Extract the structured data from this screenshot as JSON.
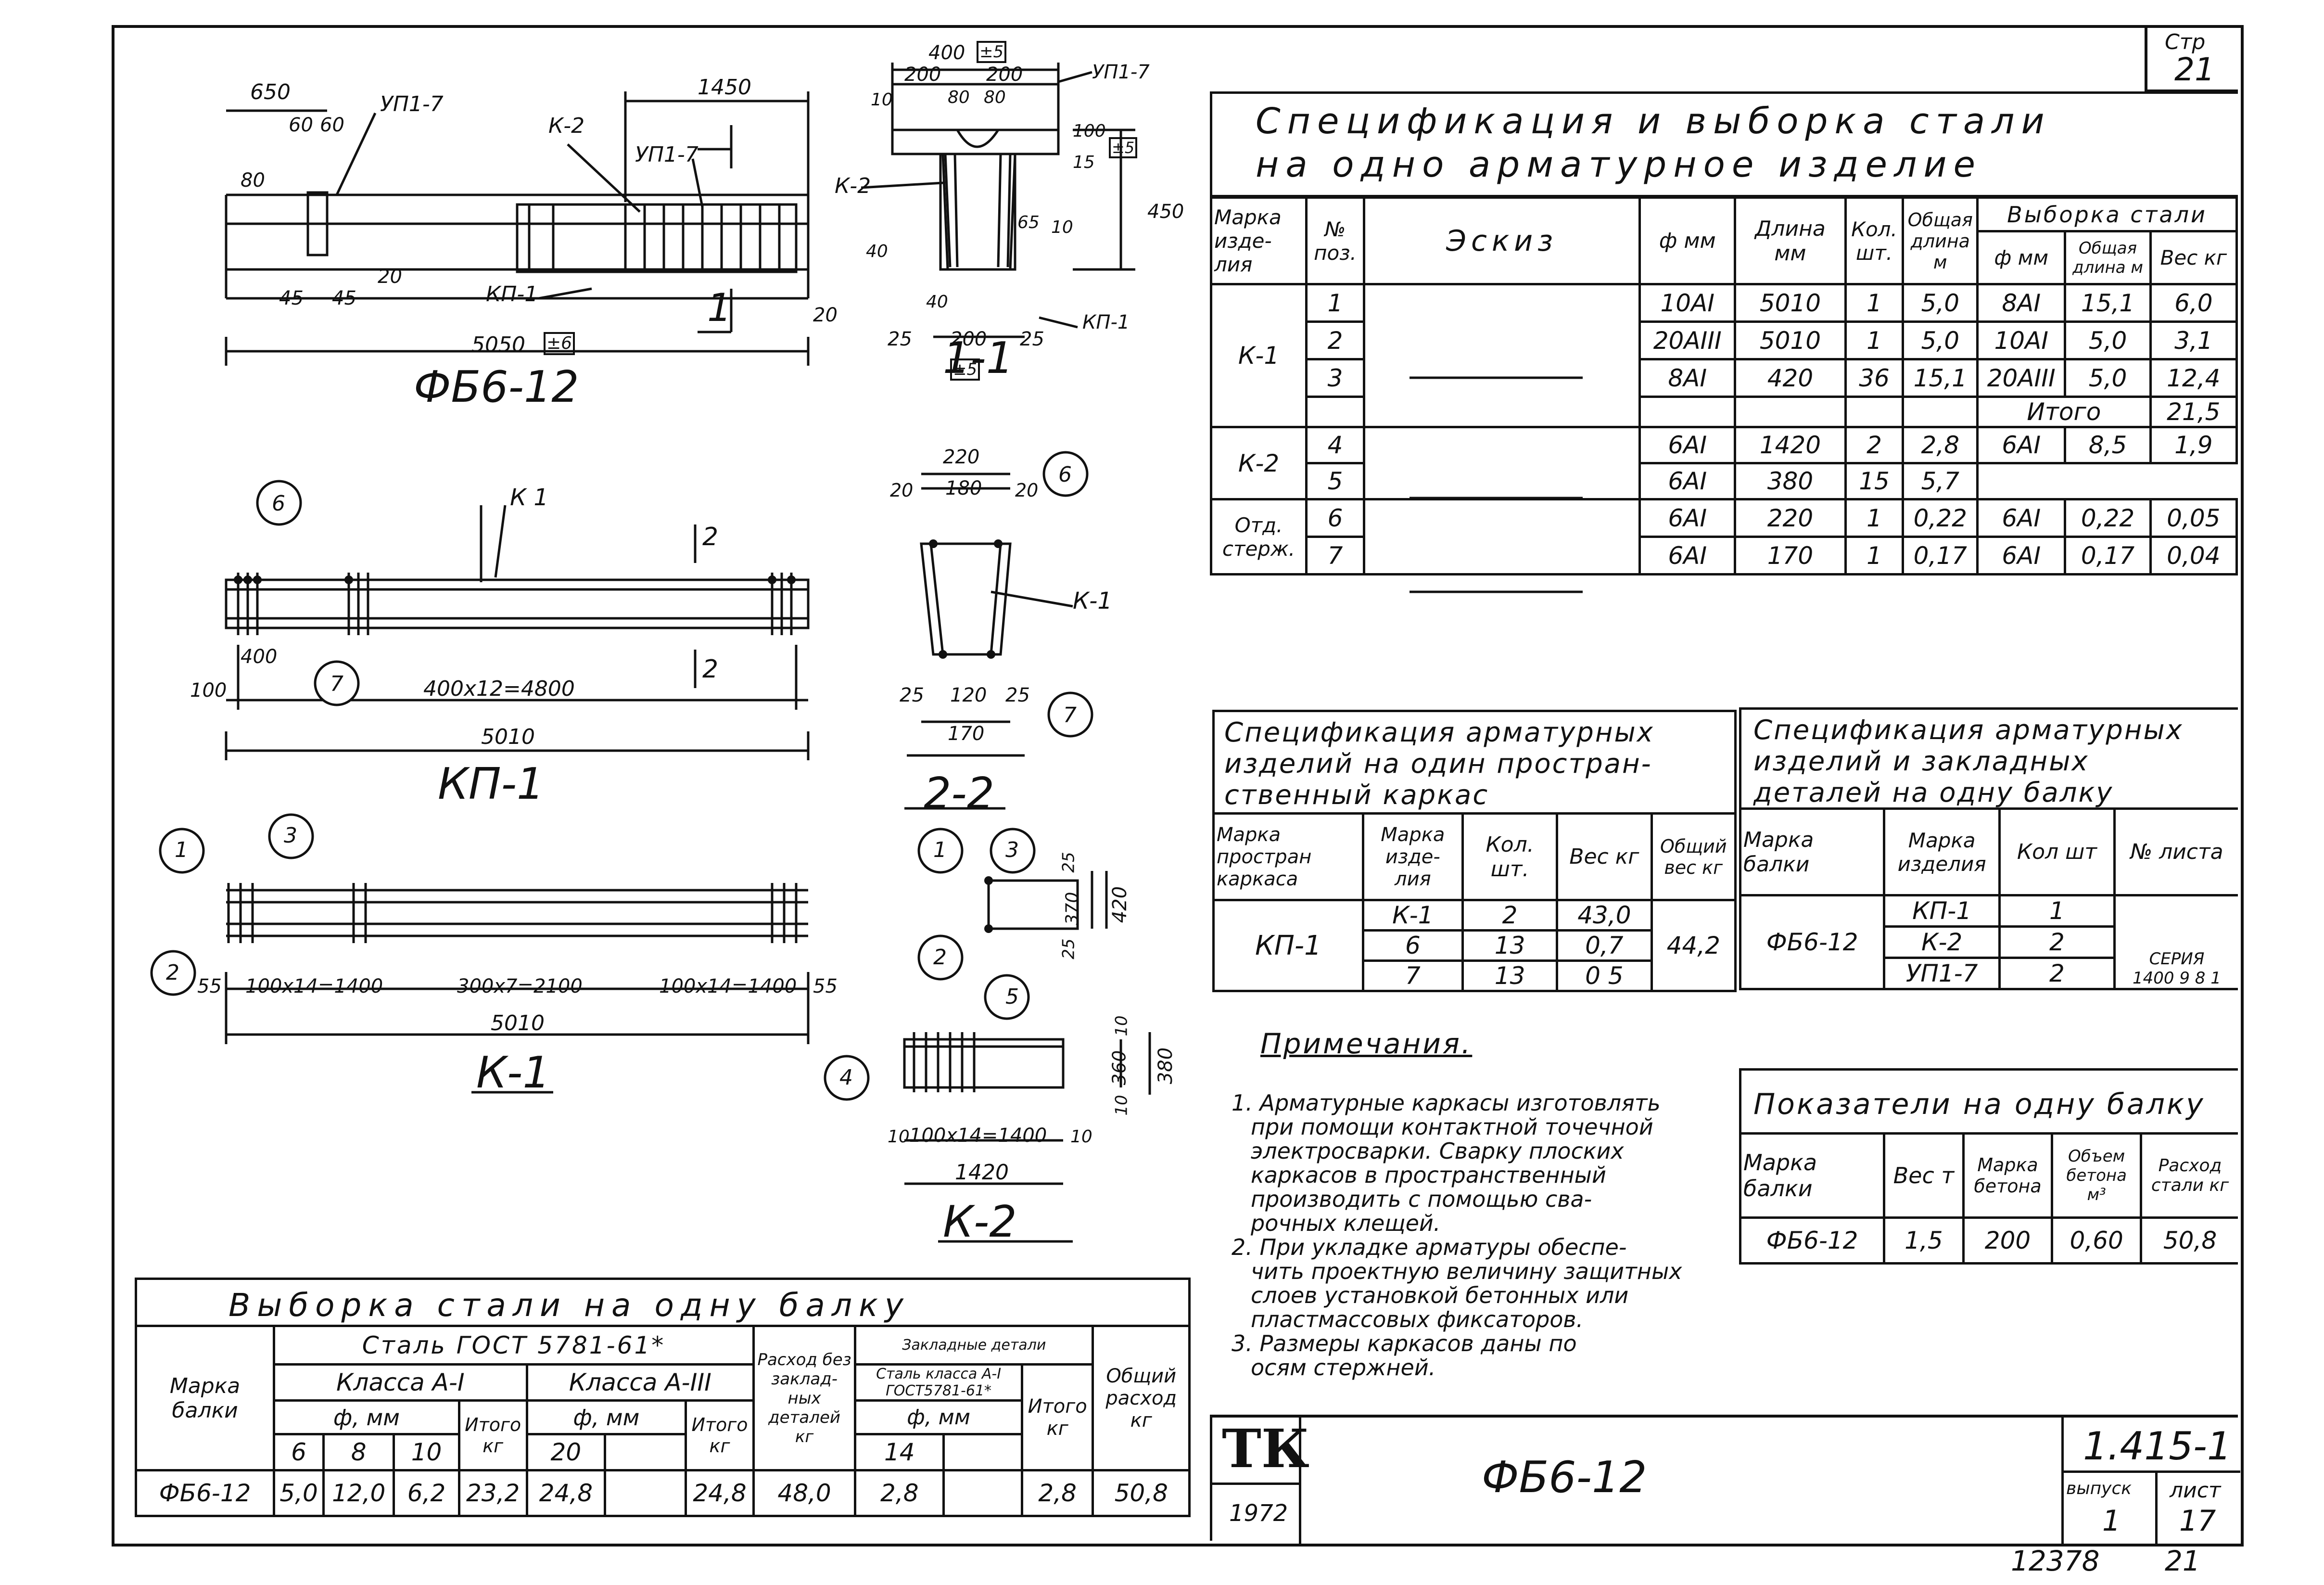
{
  "sheet": {
    "page_label": "Стр",
    "page_num": "21",
    "series_label": "СЕРИЯ",
    "series_value": "1400 9 8 1",
    "bottom_number": "12378",
    "bottom_page": "21"
  },
  "drawings": {
    "fb612": {
      "title": "ФБ6-12",
      "dims": [
        "650",
        "60",
        "60",
        "УП1-7",
        "К-2",
        "1450",
        "УП1-7",
        "80",
        "20",
        "45",
        "45",
        "КП-1",
        "20",
        "5050",
        "±6",
        "1"
      ]
    },
    "section11": {
      "title": "1-1",
      "dims": [
        "400",
        "±5",
        "200",
        "200",
        "УП1-7",
        "80",
        "80",
        "10",
        "К-2",
        "100",
        "15",
        "±5",
        "450",
        "65",
        "10",
        "40",
        "40",
        "25",
        "200",
        "25",
        "КП-1",
        "±5"
      ]
    },
    "kp1": {
      "title": "КП-1",
      "callouts": [
        "6",
        "7"
      ],
      "labels": [
        "К 1",
        "2",
        "2"
      ],
      "dims": [
        "400",
        "100",
        "400х12=4800",
        "5010"
      ]
    },
    "section22": {
      "title": "2-2",
      "callouts": [
        "6",
        "7"
      ],
      "labels": [
        "К-1"
      ],
      "dims": [
        "220",
        "20",
        "180",
        "20",
        "25",
        "120",
        "25",
        "170"
      ]
    },
    "k1": {
      "title": "К-1",
      "callouts": [
        "1",
        "3",
        "2"
      ],
      "dims": [
        "55",
        "100х14=1400",
        "300х7=2100",
        "100х14=1400",
        "55",
        "5010"
      ]
    },
    "k1sec": {
      "callouts": [
        "1",
        "3",
        "2"
      ],
      "dims": [
        "25",
        "370",
        "25",
        "420"
      ]
    },
    "k2": {
      "title": "К-2",
      "callouts": [
        "5",
        "4"
      ],
      "dims": [
        "10",
        "360",
        "10",
        "380",
        "10",
        "100х14=1400",
        "10",
        "1420"
      ]
    }
  },
  "spec_main": {
    "title_line1": "Спецификация и выборка стали",
    "title_line2": "на одно арматурное изделие",
    "headers": {
      "mark": "Марка изде- лия",
      "pos": "№ поз.",
      "sketch": "Эскиз",
      "dia": "ф мм",
      "length": "Длина мм",
      "qty": "Кол. шт.",
      "total_len": "Общая длина м",
      "selection": "Выборка стали",
      "sel_dia": "ф мм",
      "sel_len": "Общая длина м",
      "sel_weight": "Вес кг"
    },
    "rows": [
      {
        "mark": "К-1",
        "pos": "1",
        "dia": "10АI",
        "length": "5010",
        "qty": "1",
        "total": "5,0",
        "s_dia": "8АI",
        "s_len": "15,1",
        "s_w": "6,0"
      },
      {
        "mark": "",
        "pos": "2",
        "dia": "20АIII",
        "length": "5010",
        "qty": "1",
        "total": "5,0",
        "s_dia": "10АI",
        "s_len": "5,0",
        "s_w": "3,1"
      },
      {
        "mark": "",
        "pos": "3",
        "dia": "8АI",
        "length": "420",
        "qty": "36",
        "total": "15,1",
        "s_dia": "20АIII",
        "s_len": "5,0",
        "s_w": "12,4"
      },
      {
        "mark": "",
        "pos": "",
        "dia": "",
        "length": "",
        "qty": "",
        "total": "",
        "s_dia": "Итого",
        "s_len": "",
        "s_w": "21,5"
      },
      {
        "mark": "К-2",
        "pos": "4",
        "dia": "6АI",
        "length": "1420",
        "qty": "2",
        "total": "2,8",
        "s_dia": "6АI",
        "s_len": "8,5",
        "s_w": "1,9"
      },
      {
        "mark": "",
        "pos": "5",
        "dia": "6АI",
        "length": "380",
        "qty": "15",
        "total": "5,7",
        "s_dia": "",
        "s_len": "",
        "s_w": ""
      },
      {
        "mark": "Отд. стерж.",
        "pos": "6",
        "dia": "6АI",
        "length": "220",
        "qty": "1",
        "total": "0,22",
        "s_dia": "6АI",
        "s_len": "0,22",
        "s_w": "0,05"
      },
      {
        "mark": "",
        "pos": "7",
        "dia": "6АI",
        "length": "170",
        "qty": "1",
        "total": "0,17",
        "s_dia": "6АI",
        "s_len": "0,17",
        "s_w": "0,04"
      }
    ]
  },
  "spec_frame": {
    "title_l1": "Спецификация арматурных",
    "title_l2": "изделий на один простран-",
    "title_l3": "ственный каркас",
    "headers": {
      "mark": "Марка простран каркаса",
      "item": "Марка изде- лия",
      "qty": "Кол. шт.",
      "weight": "Вес кг",
      "total": "Общий вес кг"
    },
    "frame_mark": "КП-1",
    "total": "44,2",
    "rows": [
      {
        "item": "К-1",
        "qty": "2",
        "weight": "43,0"
      },
      {
        "item": "6",
        "qty": "13",
        "weight": "0,7"
      },
      {
        "item": "7",
        "qty": "13",
        "weight": "0 5"
      }
    ]
  },
  "spec_beam": {
    "title_l1": "Спецификация арматурных",
    "title_l2": "изделий и закладных",
    "title_l3": "деталей на одну балку",
    "headers": {
      "mark": "Марка балки",
      "item": "Марка изделия",
      "qty": "Кол шт",
      "sheet": "№ листа"
    },
    "beam": "ФБ6-12",
    "rows": [
      {
        "item": "КП-1",
        "qty": "1"
      },
      {
        "item": "К-2",
        "qty": "2"
      },
      {
        "item": "УП1-7",
        "qty": "2"
      }
    ]
  },
  "notes": {
    "title": "Примечания.",
    "lines": [
      "1. Арматурные каркасы изготовлять",
      "при помощи контактной точечной",
      "электросварки. Сварку плоских",
      "каркасов в пространственный",
      "производить с помощью сва-",
      "рочных клещей.",
      "2. При укладке арматуры обеспе-",
      "чить проектную величину защитных",
      "слоев установкой бетонных или",
      "пластмассовых фиксаторов.",
      "3. Размеры каркасов даны по",
      "осям стержней."
    ]
  },
  "indicators": {
    "title": "Показатели на одну балку",
    "headers": {
      "mark": "Марка балки",
      "weight": "Вес т",
      "concrete": "Марка бетона",
      "volume": "Объем бетона м³",
      "steel": "Расход стали кг"
    },
    "values": {
      "mark": "ФБ6-12",
      "weight": "1,5",
      "concrete": "200",
      "volume": "0,60",
      "steel": "50,8"
    }
  },
  "steel_selection": {
    "title": "Выборка стали на одну балку",
    "h_mark": "Марка балки",
    "h_steel": "Сталь ГОСТ 5781-61*",
    "h_class1": "Класса А-I",
    "h_class3": "Класса А-III",
    "h_dia": "ф, мм",
    "h_dia3": "ф, мм",
    "h_total": "Итого кг",
    "h_total3": "Итого кг",
    "h_noemb": "Расход без заклад- ных деталей кг",
    "h_emb": "Закладные детали",
    "h_emb_steel": "Сталь класса А-I ГОСТ5781-61*",
    "h_emb_dia": "ф, мм",
    "h_emb_total": "Итого кг",
    "h_overall": "Общий расход кг",
    "d6": "6",
    "d8": "8",
    "d10": "10",
    "d20": "20",
    "d14": "14",
    "row": {
      "mark": "ФБ6-12",
      "v6": "5,0",
      "v8": "12,0",
      "v10": "6,2",
      "t1": "23,2",
      "v20": "24,8",
      "t3": "24,8",
      "noemb": "48,0",
      "v14": "2,8",
      "te": "2,8",
      "overall": "50,8"
    }
  },
  "title_block": {
    "logo": "ТК",
    "year": "1972",
    "name": "ФБ6-12",
    "series": "1.415-1",
    "issue_label": "выпуск",
    "sheet_label": "лист",
    "issue": "1",
    "sheet": "17"
  }
}
